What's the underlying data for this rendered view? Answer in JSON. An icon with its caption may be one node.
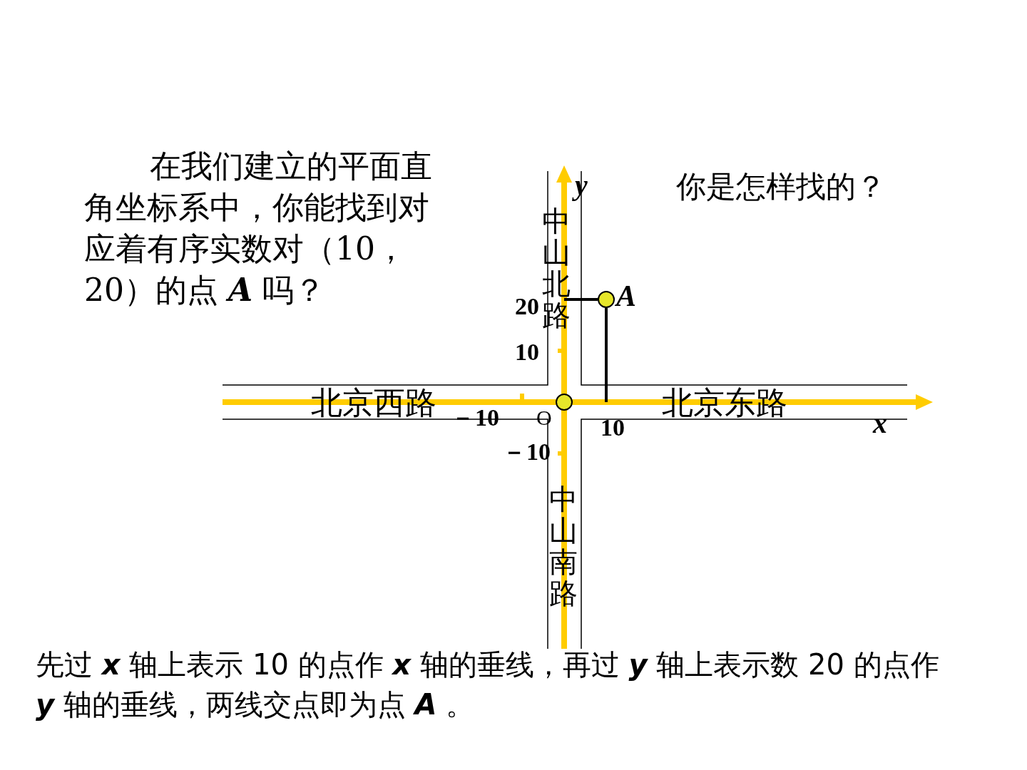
{
  "diagram": {
    "nodes": [
      {
        "text": [],
        "shape": "circle",
        "beside": [
          "A"
        ]
      },
      {
        "text": [],
        "shape": "circle"
      }
    ],
    "labels": [
      "在我们建立的平面直角坐标系中，你能找到对应着有序实数对（10， 20）的点 **A** 吗？",
      "y",
      "你是怎样找的？",
      "中山北路",
      "20",
      "10",
      "北京西路",
      "－10",
      "O",
      "10",
      "北京东路",
      "x",
      "－10",
      "中山南路",
      "先过 **x** 轴上表示 10 的点作 **x** 轴的垂线，再过 **y** 轴上表示数 20 的点作 **y** 轴的垂线，两线交点即为点 **A** 。"
    ]
  }
}
